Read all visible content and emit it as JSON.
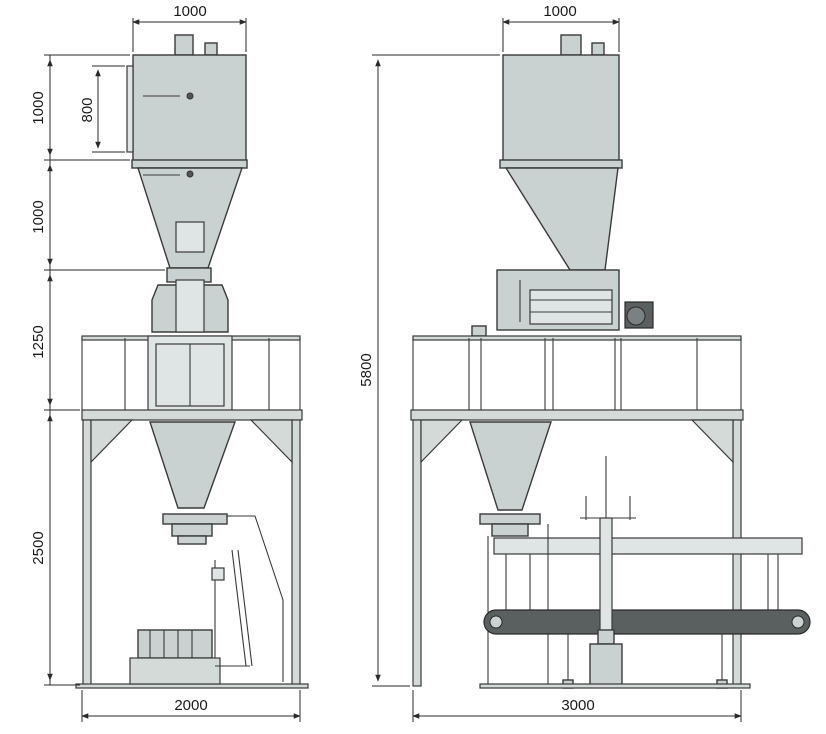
{
  "diagram": {
    "front_view": {
      "width_top_label": "1000",
      "width_bottom_label": "2000",
      "height_labels": [
        "1000",
        "800",
        "1000",
        "1250",
        "2500"
      ]
    },
    "side_view": {
      "width_top_label": "1000",
      "width_bottom_label": "3000",
      "total_height_label": "5800"
    }
  }
}
